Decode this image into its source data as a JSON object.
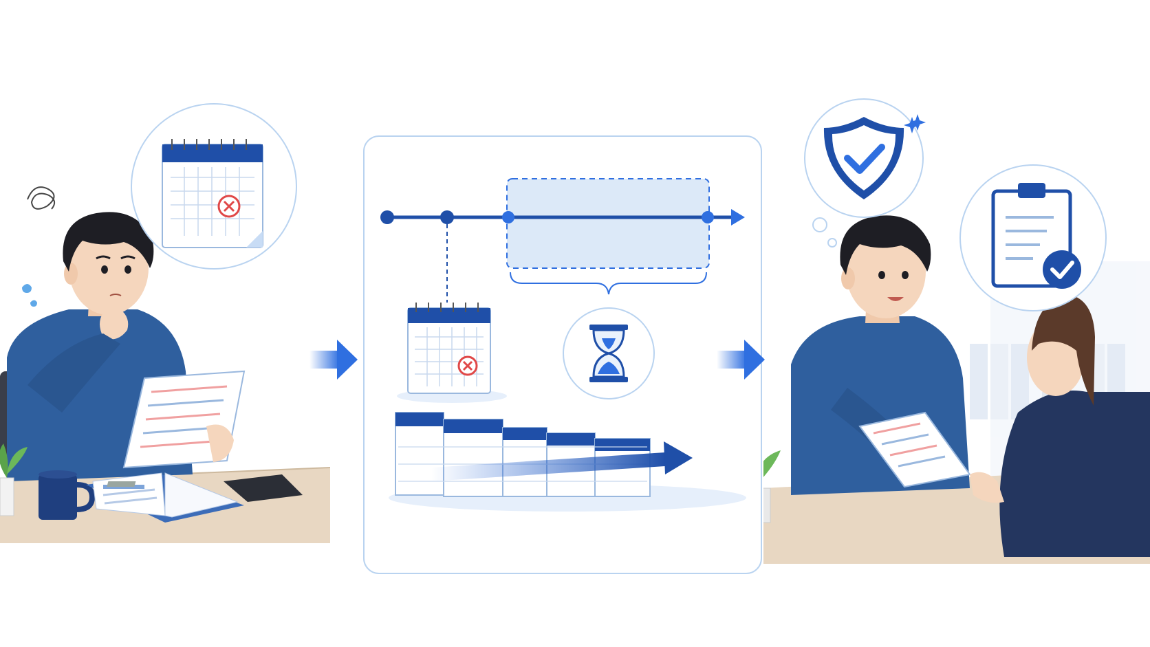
{
  "scene": {
    "panels": [
      {
        "id": "problem",
        "description_icons": [
          "worried-person-icon",
          "calendar-missed-deadline-icon",
          "document-icon",
          "calculator-icon",
          "mug-icon",
          "open-book-icon",
          "plant-icon"
        ]
      },
      {
        "id": "timeline",
        "description_icons": [
          "timeline-icon",
          "calendar-missed-icon",
          "hourglass-icon",
          "calendar-stack-icon",
          "arrow-right-icon"
        ]
      },
      {
        "id": "resolved",
        "description_icons": [
          "shield-check-icon",
          "clipboard-check-icon",
          "smiling-person-icon",
          "advisor-icon",
          "document-icon",
          "plant-icon",
          "binders-icon"
        ]
      }
    ]
  },
  "colors": {
    "primary": "#1f4fa8",
    "accent": "#2f6fe0",
    "sweater": "#2f5f9e",
    "light_blue": "#dce9f8",
    "error_red": "#e04848",
    "desk": "#e8d7c2",
    "hair": "#1e1e24",
    "skin": "#f5d6bd",
    "suit": "#24365f",
    "plant": "#5aa34a",
    "outline_circle": "#b9d3f0"
  }
}
